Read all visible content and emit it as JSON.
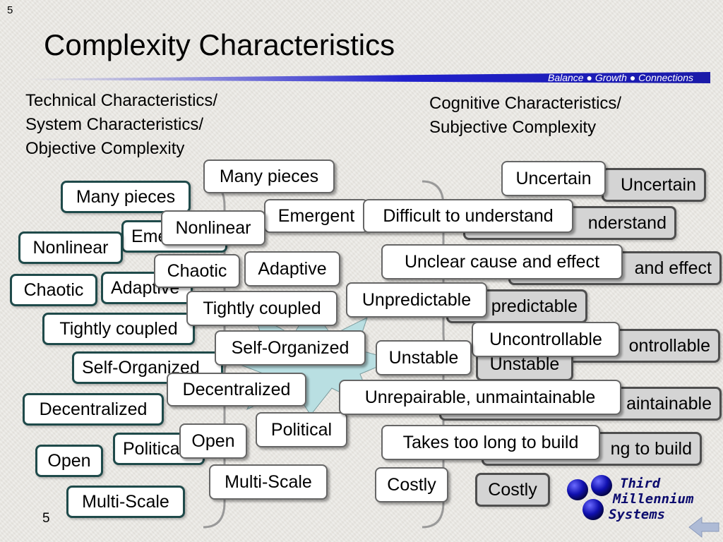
{
  "slide": {
    "number_top": "5",
    "title": "Complexity Characteristics",
    "tagline": "Balance ● Growth ● Connections",
    "number_bottom": "5"
  },
  "left_heading": [
    "Technical Characteristics/",
    "System Characteristics/",
    "Objective Complexity"
  ],
  "right_heading": [
    "Cognitive Characteristics/",
    "Subjective Complexity"
  ],
  "technical_front": [
    "Many pieces",
    "Emergent",
    "Nonlinear",
    "Chaotic",
    "Adaptive",
    "Tightly coupled",
    "Self-Organized",
    "Decentralized",
    "Political",
    "Open",
    "Multi-Scale"
  ],
  "technical_back": [
    "Many pieces",
    "Emergent",
    "Nonlinear",
    "Chaotic",
    "Adaptive",
    "Tightly coupled",
    "Self-Organized",
    "Decentralized",
    "Political",
    "Open",
    "Multi-Scale"
  ],
  "cognitive_front": [
    "Uncertain",
    "Difficult to understand",
    "Unclear cause and effect",
    "Unpredictable",
    "Uncontrollable",
    "Unstable",
    "Unrepairable, unmaintainable",
    "Takes too long to build",
    "Costly"
  ],
  "cognitive_back": [
    "Uncertain",
    "nderstand",
    "and effect",
    "predictable",
    "ontrollable",
    "Unstable",
    "aintainable",
    "ng to build",
    "Costly"
  ],
  "logo": {
    "line1": "Third",
    "line2": "Millennium",
    "line3": "Systems"
  },
  "colors": {
    "title_bar": "#2020cc",
    "logo": "#0b0b6e",
    "star": "#b9dfe2"
  }
}
